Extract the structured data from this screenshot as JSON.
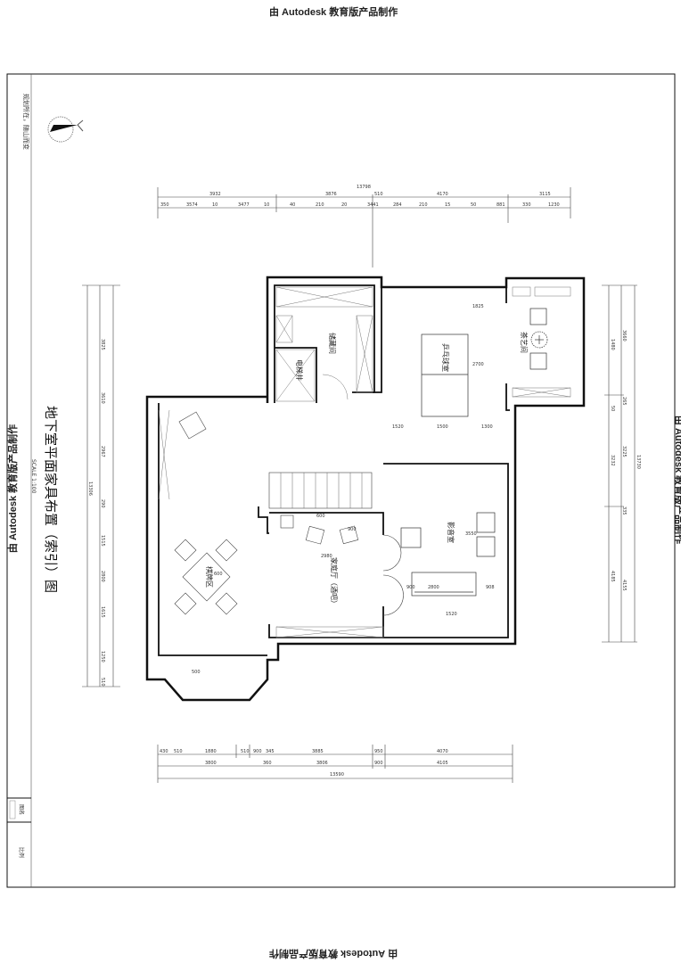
{
  "watermark": "由 Autodesk 教育版产品制作",
  "title_block": {
    "title": "地下室平面家具布置（索引）图",
    "scale": "SCALE 1:100",
    "motto": "规划所在，随山而变",
    "label_drawing_name": "图名",
    "label_ratio": "比例"
  },
  "rooms": {
    "storage": "储藏间",
    "elevator": "电梯井",
    "pingpong": "乒乓球室",
    "tea": "茶艺间",
    "chess": "棋牌区",
    "family": "家庭厅（酒吧）",
    "av": "影音室"
  },
  "dimensions": {
    "top_total": "13798",
    "top_row1": [
      "3932",
      "3876",
      "510",
      "4170",
      "3115"
    ],
    "top_row2": [
      "350",
      "3574",
      "10",
      "3477",
      "10",
      "40",
      "210",
      "20",
      "3441",
      "284",
      "210",
      "15",
      "50",
      "881",
      "330",
      "1230"
    ],
    "bottom_row1": [
      "430",
      "510",
      "1880",
      "510",
      "900",
      "345",
      "3885",
      "950",
      "4070"
    ],
    "bottom_row2": [
      "3800",
      "360",
      "3806",
      "900",
      "4105"
    ],
    "bottom_total": "13590",
    "left": [
      "3825",
      "3610",
      "2967",
      "290",
      "1515",
      "2800",
      "1615",
      "1250",
      "510"
    ],
    "left_total": "13306",
    "right": [
      "3660",
      "1480",
      "265",
      "50",
      "3225",
      "3232",
      "335",
      "4185",
      "4155"
    ],
    "right_total": "13730",
    "interior": [
      "1520",
      "1500",
      "1300",
      "1825",
      "2700",
      "3550",
      "2800",
      "900",
      "908",
      "1520",
      "600",
      "2980",
      "600",
      "500",
      "900"
    ]
  }
}
